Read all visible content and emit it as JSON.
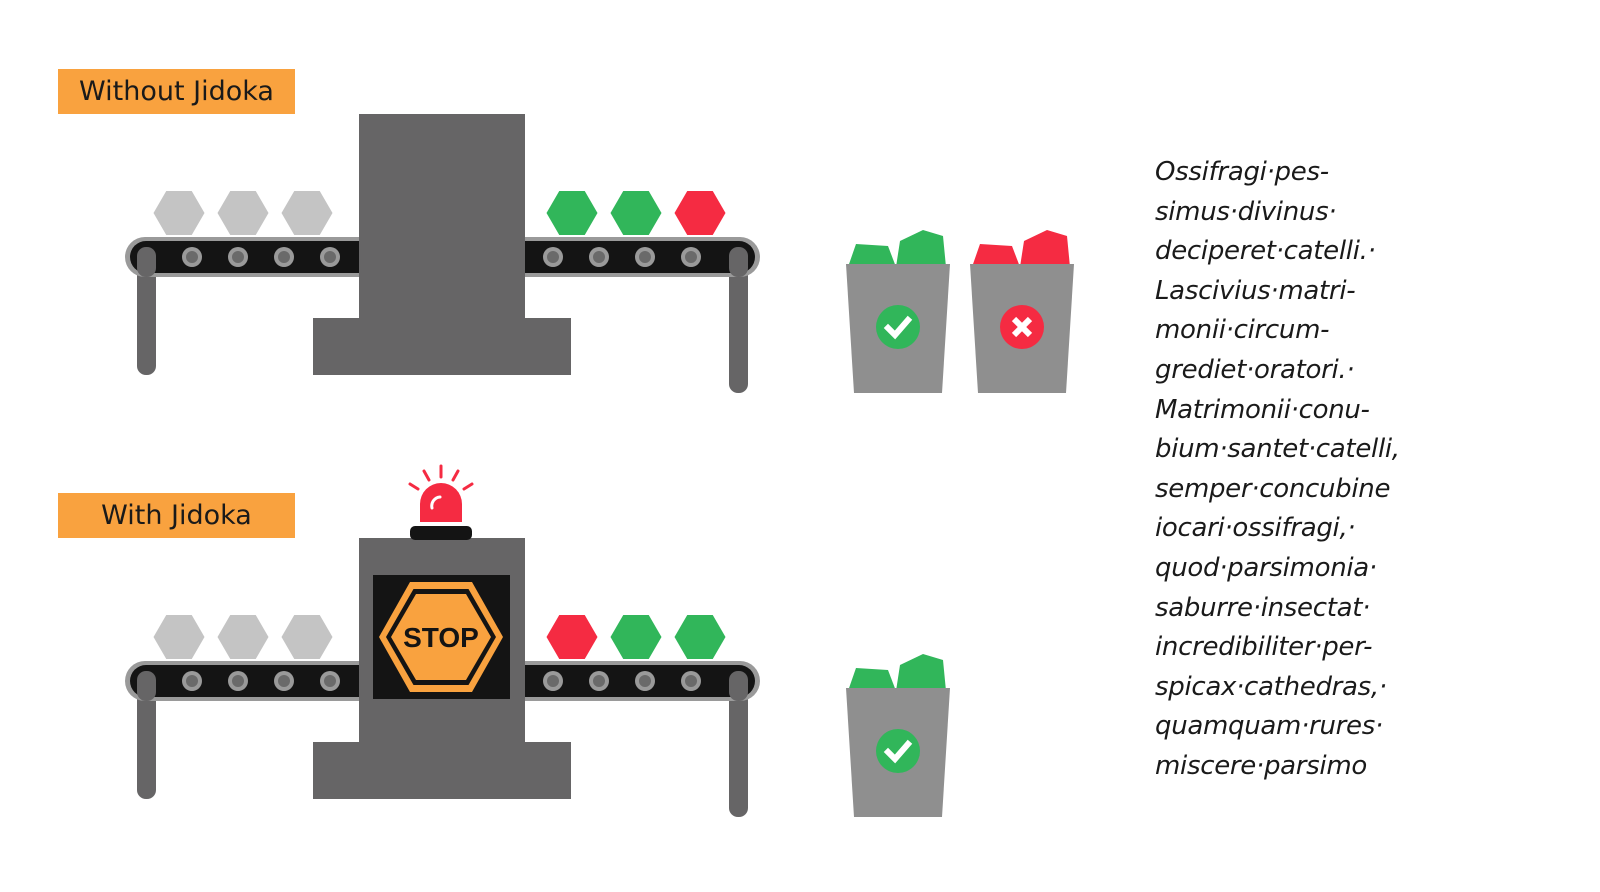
{
  "colors": {
    "label_bg": "#f9a23f",
    "machine": "#666566",
    "belt": "#141414",
    "belt_edge": "#9a9a9a",
    "roller_outer": "#9a9a9a",
    "roller_inner": "#6a6a6a",
    "part_unprocessed": "#c4c4c4",
    "part_good": "#31b65a",
    "part_defect": "#f52b42",
    "bin": "#8f8f8f",
    "stop_sign": "#f9a23f",
    "alarm": "#f52b42",
    "screen": "#141414"
  },
  "scenarios": [
    {
      "id": "without",
      "label": "Without Jidoka",
      "incoming_parts": [
        "unprocessed",
        "unprocessed",
        "unprocessed"
      ],
      "outgoing_parts": [
        "good",
        "good",
        "defect"
      ],
      "machine_state": "running",
      "alarm": false,
      "bins": [
        {
          "contents": "good",
          "badge": "check-icon"
        },
        {
          "contents": "defect",
          "badge": "x-icon"
        }
      ]
    },
    {
      "id": "with",
      "label": "With Jidoka",
      "incoming_parts": [
        "unprocessed",
        "unprocessed",
        "unprocessed"
      ],
      "outgoing_parts": [
        "defect",
        "good",
        "good"
      ],
      "machine_state": "stopped",
      "stop_text": "STOP",
      "alarm": true,
      "bins": [
        {
          "contents": "good",
          "badge": "check-icon"
        }
      ]
    }
  ],
  "body_text_lines": [
    "Ossifragi·pes-",
    "simus·divinus·",
    "deciperet·catelli.·",
    "Lascivius·matri-",
    "monii·circum-",
    "grediet·oratori.·",
    "Matrimonii·conu-",
    "bium·santet·catelli,",
    "semper·concubine",
    "iocari·ossifragi,·",
    "quod·parsimonia·",
    "saburre·insectat·",
    "incredibiliter·per-",
    "spicax·cathedras,·",
    "quamquam·rures·",
    "miscere·parsimo"
  ]
}
